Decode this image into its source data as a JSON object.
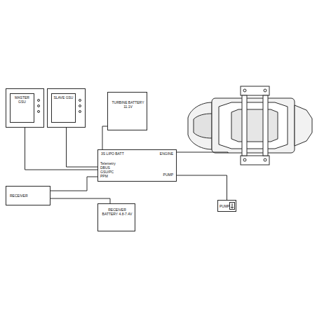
{
  "diagram": {
    "nodes": [
      {
        "text": [
          "MASTER GSU"
        ]
      },
      {
        "text": [
          "SLAVE GSU"
        ]
      },
      {
        "text": [
          "TURBINE BATTERY 11.1V"
        ]
      },
      {
        "text": [
          "3S LIPO BATT",
          "ENGINE",
          "Telemetry",
          "DBUS",
          "GSU/PC",
          "PPM",
          "PUMP"
        ]
      },
      {
        "text": [
          "RECEIVER"
        ]
      },
      {
        "text": [
          "RECEIVER BATTERY 4.8-7.4V"
        ]
      },
      {
        "text": [
          "PUMP"
        ]
      }
    ],
    "edges": [
      {
        "from": 0,
        "to": 3,
        "arrow": "none"
      },
      {
        "from": 1,
        "to": 3,
        "arrow": "none"
      },
      {
        "from": 2,
        "to": 3,
        "arrow": "none"
      },
      {
        "from": 4,
        "to": 3,
        "arrow": "none"
      },
      {
        "from": 4,
        "to": 5,
        "arrow": "none"
      },
      {
        "from": 3,
        "to": 6,
        "arrow": "none"
      }
    ]
  }
}
